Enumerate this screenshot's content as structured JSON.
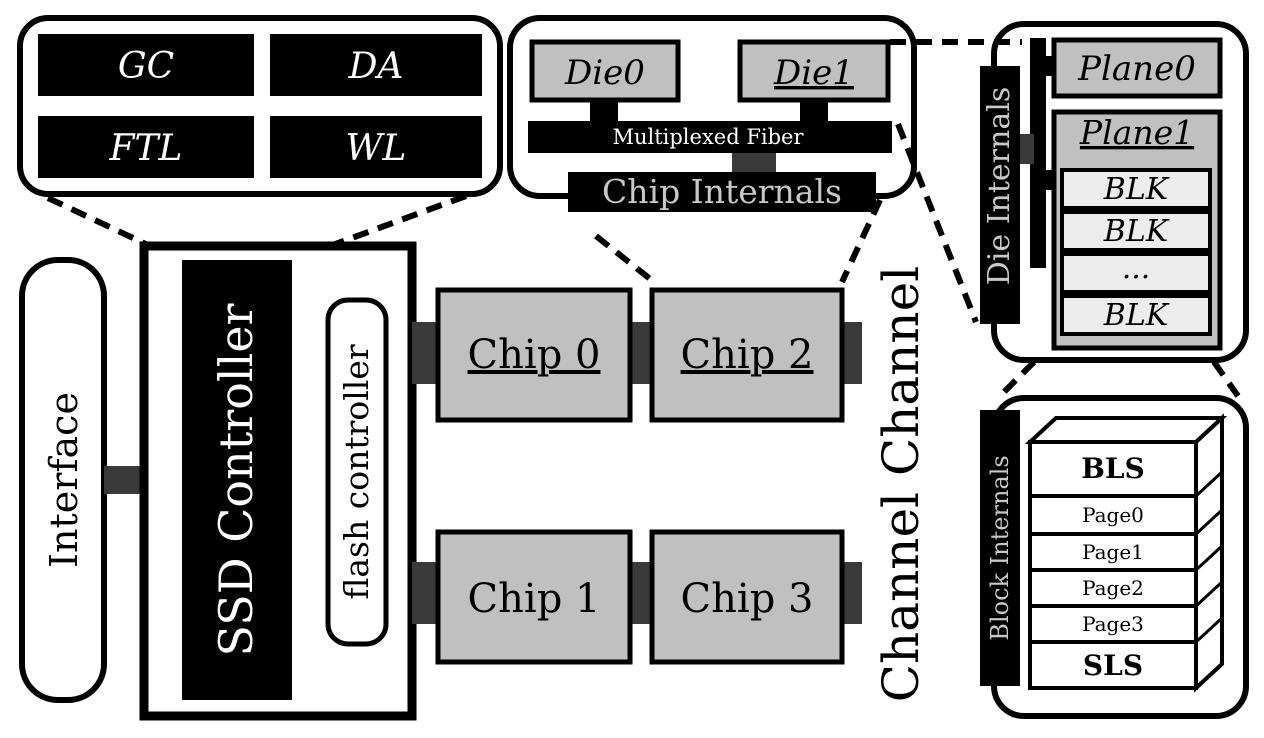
{
  "firmware": {
    "modules": [
      "GC",
      "DA",
      "FTL",
      "WL"
    ]
  },
  "chip_internals": {
    "title": "Chip Internals",
    "dies": [
      "Die0",
      "Die1"
    ],
    "bus_label": "Multiplexed Fiber"
  },
  "die_internals": {
    "title": "Die Internals",
    "planes": [
      "Plane0",
      "Plane1"
    ],
    "blocks": [
      "BLK",
      "BLK",
      "...",
      "BLK"
    ]
  },
  "block_internals": {
    "title": "Block Internals",
    "rows": [
      "BLS",
      "Page0",
      "Page1",
      "Page2",
      "Page3",
      "SLS"
    ]
  },
  "ssd": {
    "interface_label": "Interface",
    "controller_label": "SSD Controller",
    "flash_controller_label": "flash controller",
    "chips": [
      "Chip 0",
      "Chip 2",
      "Chip 1",
      "Chip 3"
    ],
    "channel_label": "Channel Channel"
  },
  "colors": {
    "chip_fill": "#c0c0c0",
    "connector": "#3a3a3a",
    "black": "#000000"
  }
}
